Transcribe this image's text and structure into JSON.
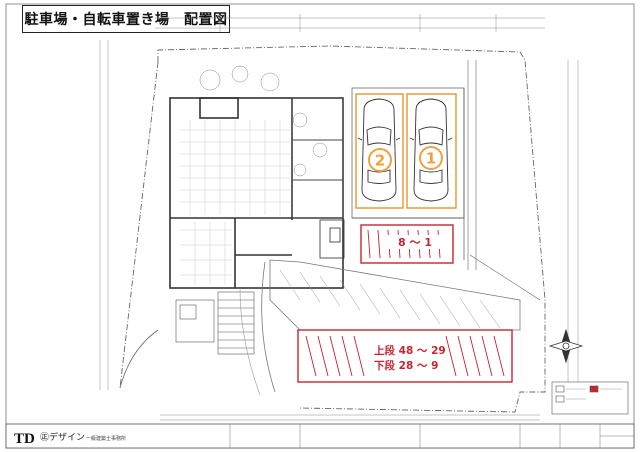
{
  "title": "駐車場・自転車置き場　配置図",
  "parking": {
    "spaces": [
      {
        "number": "2"
      },
      {
        "number": "1"
      }
    ]
  },
  "bicycle_racks": {
    "small_label": "8 ～ 1",
    "upper_label": "上段 48 ～ 29",
    "lower_label": "下段 28 ～ 9"
  },
  "footer": {
    "company": "㊣デザイン",
    "company_sub": "一級建築士事務所"
  },
  "colors": {
    "parking_outline": "#e6962e",
    "parking_number": "#f0a040",
    "rack_outline": "#c8252f",
    "rack_text": "#c8252f",
    "linework": "#555555"
  }
}
